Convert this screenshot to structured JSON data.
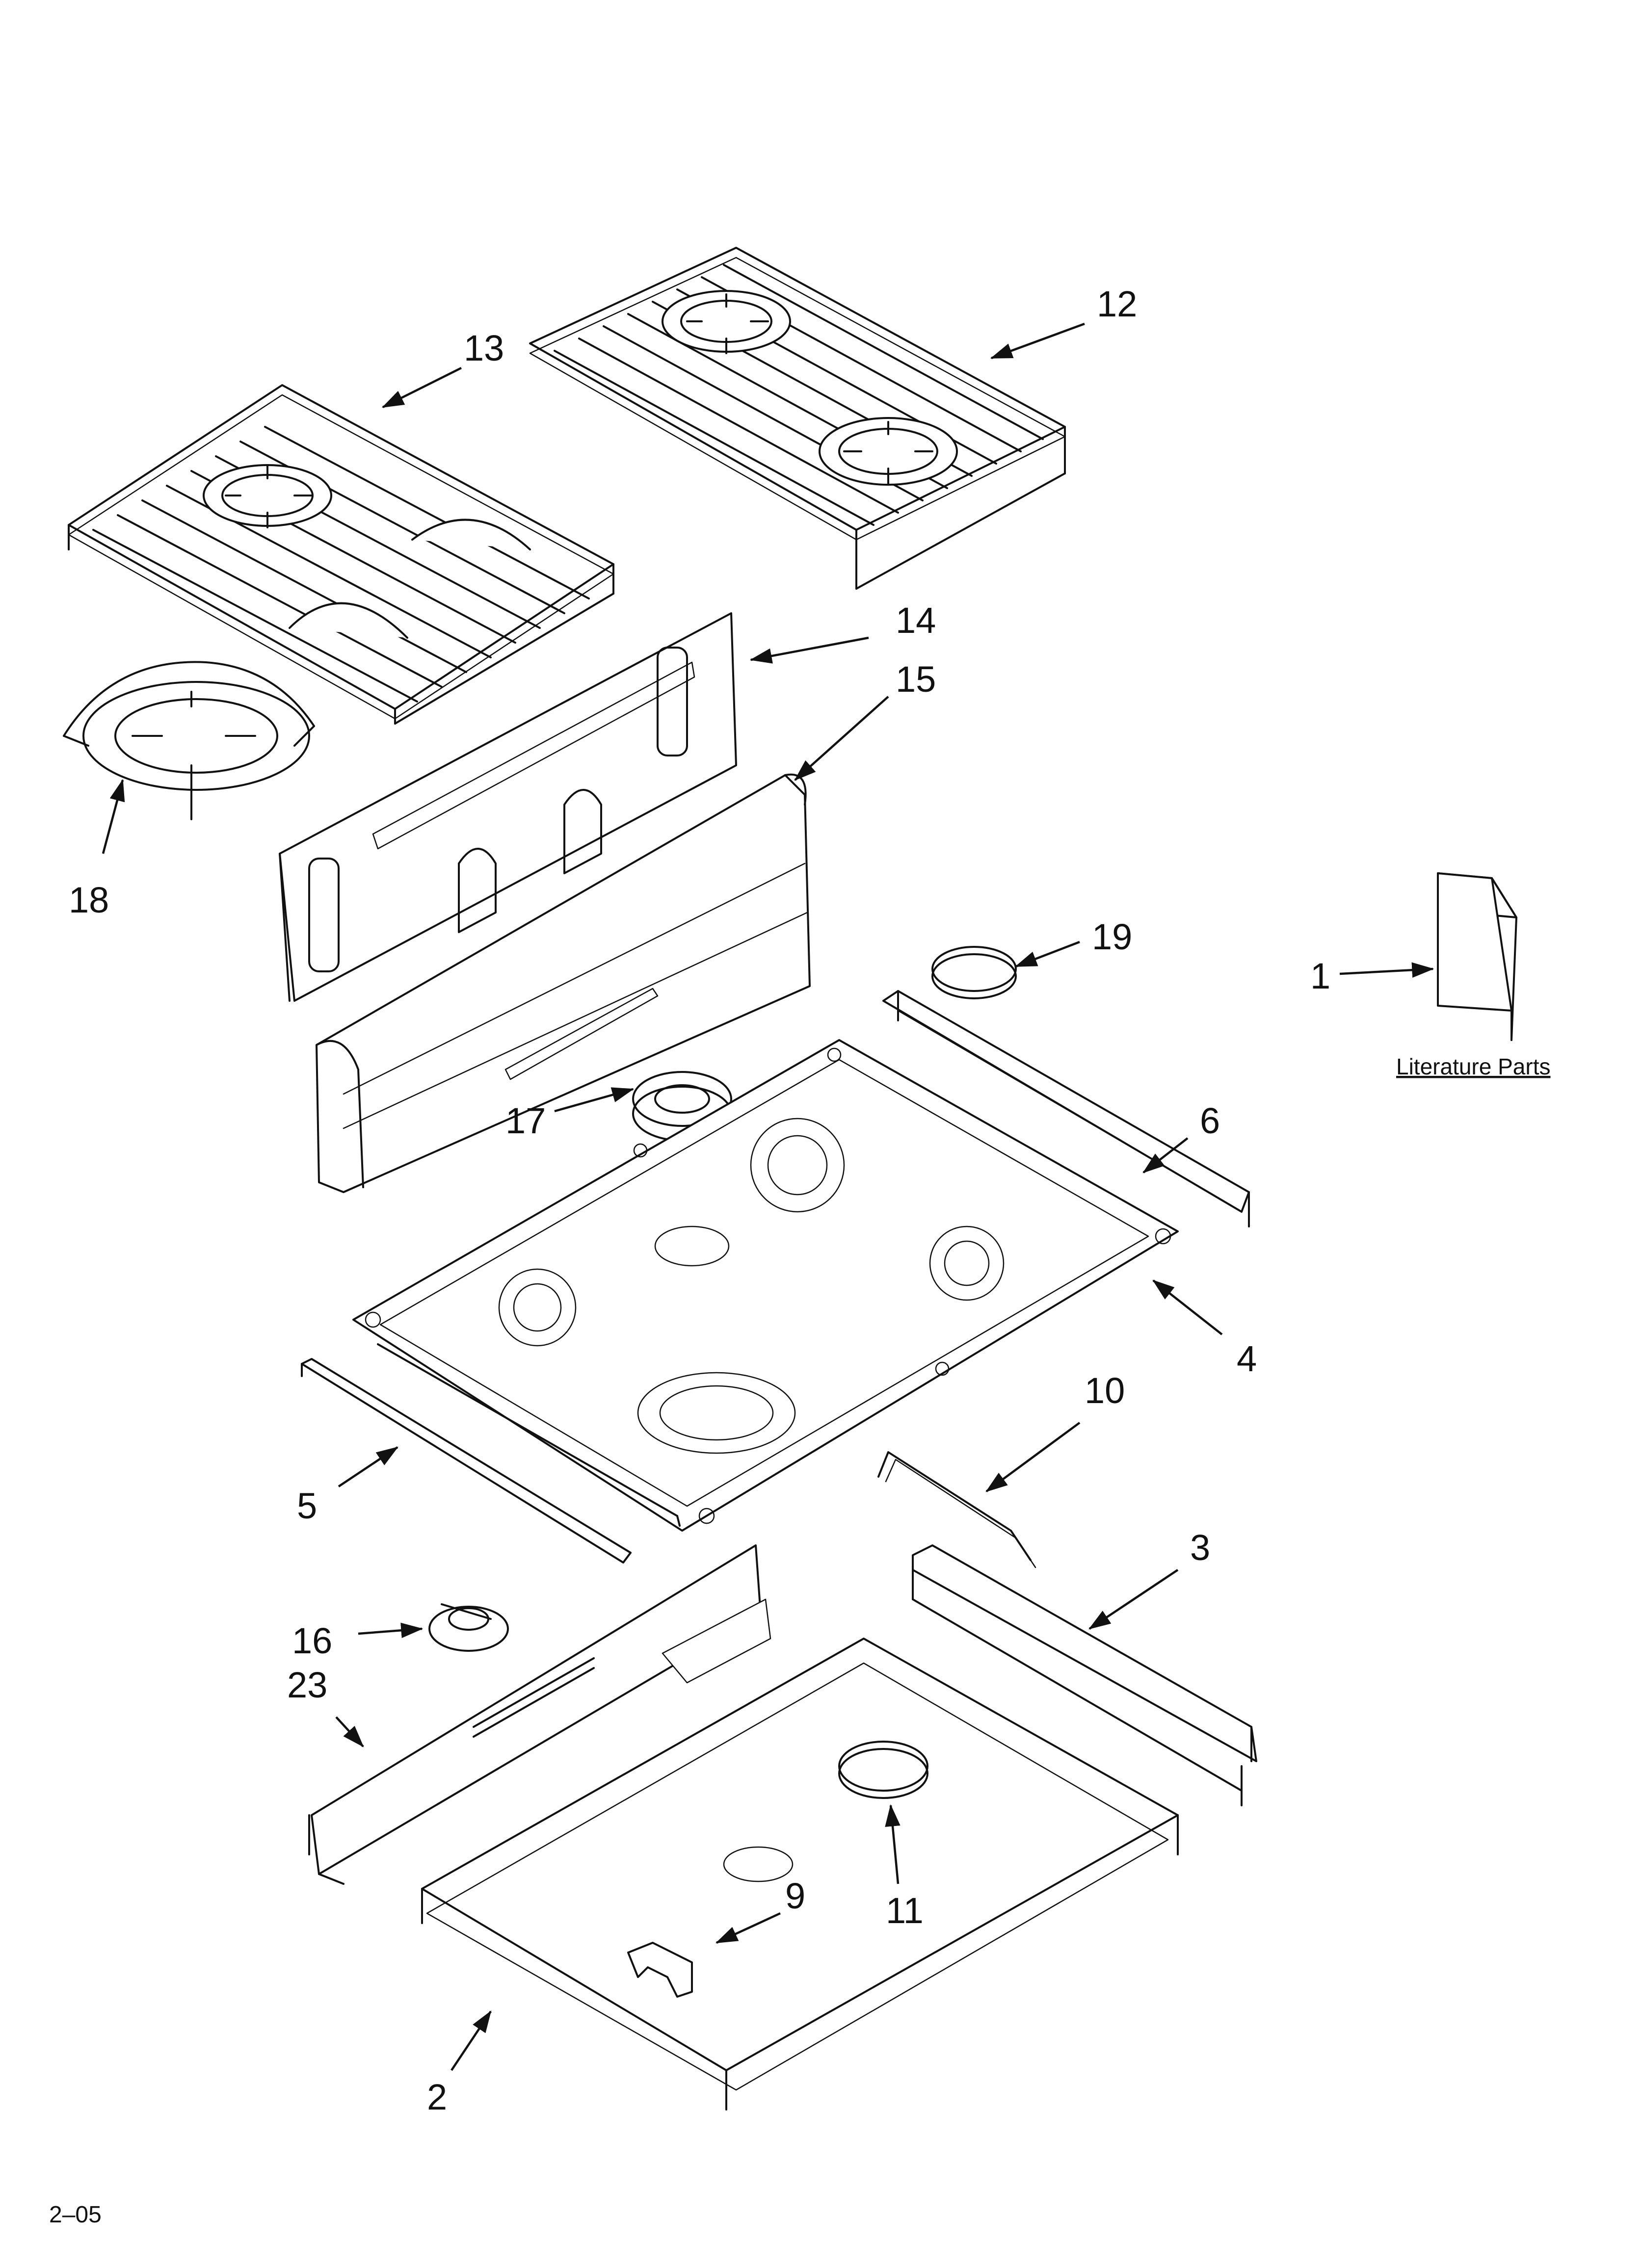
{
  "diagram": {
    "literature_label": "Literature Parts",
    "page_code": "2–05",
    "callouts": [
      {
        "id": "1",
        "label": "1"
      },
      {
        "id": "2",
        "label": "2"
      },
      {
        "id": "3",
        "label": "3"
      },
      {
        "id": "4",
        "label": "4"
      },
      {
        "id": "5",
        "label": "5"
      },
      {
        "id": "6",
        "label": "6"
      },
      {
        "id": "9",
        "label": "9"
      },
      {
        "id": "10",
        "label": "10"
      },
      {
        "id": "11",
        "label": "11"
      },
      {
        "id": "12",
        "label": "12"
      },
      {
        "id": "13",
        "label": "13"
      },
      {
        "id": "14",
        "label": "14"
      },
      {
        "id": "15",
        "label": "15"
      },
      {
        "id": "16",
        "label": "16"
      },
      {
        "id": "17",
        "label": "17"
      },
      {
        "id": "18",
        "label": "18"
      },
      {
        "id": "19",
        "label": "19"
      },
      {
        "id": "23",
        "label": "23"
      }
    ]
  }
}
